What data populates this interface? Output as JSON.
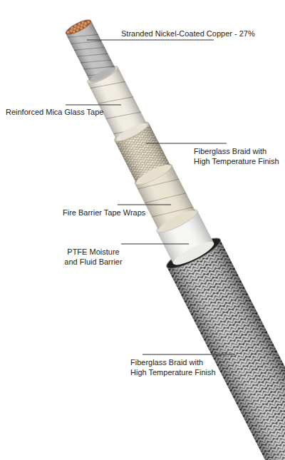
{
  "diagram": {
    "labels": [
      "Stranded Nickel-Coated Copper - 27%",
      "Reinforced Mica Glass Tape",
      "Fiberglass Braid with High Temperature Finish",
      "Fire Barrier Tape Wraps",
      "PTFE Moisture and Fluid Barrier",
      "Fiberglass Braid with High Temperature Finish"
    ]
  }
}
